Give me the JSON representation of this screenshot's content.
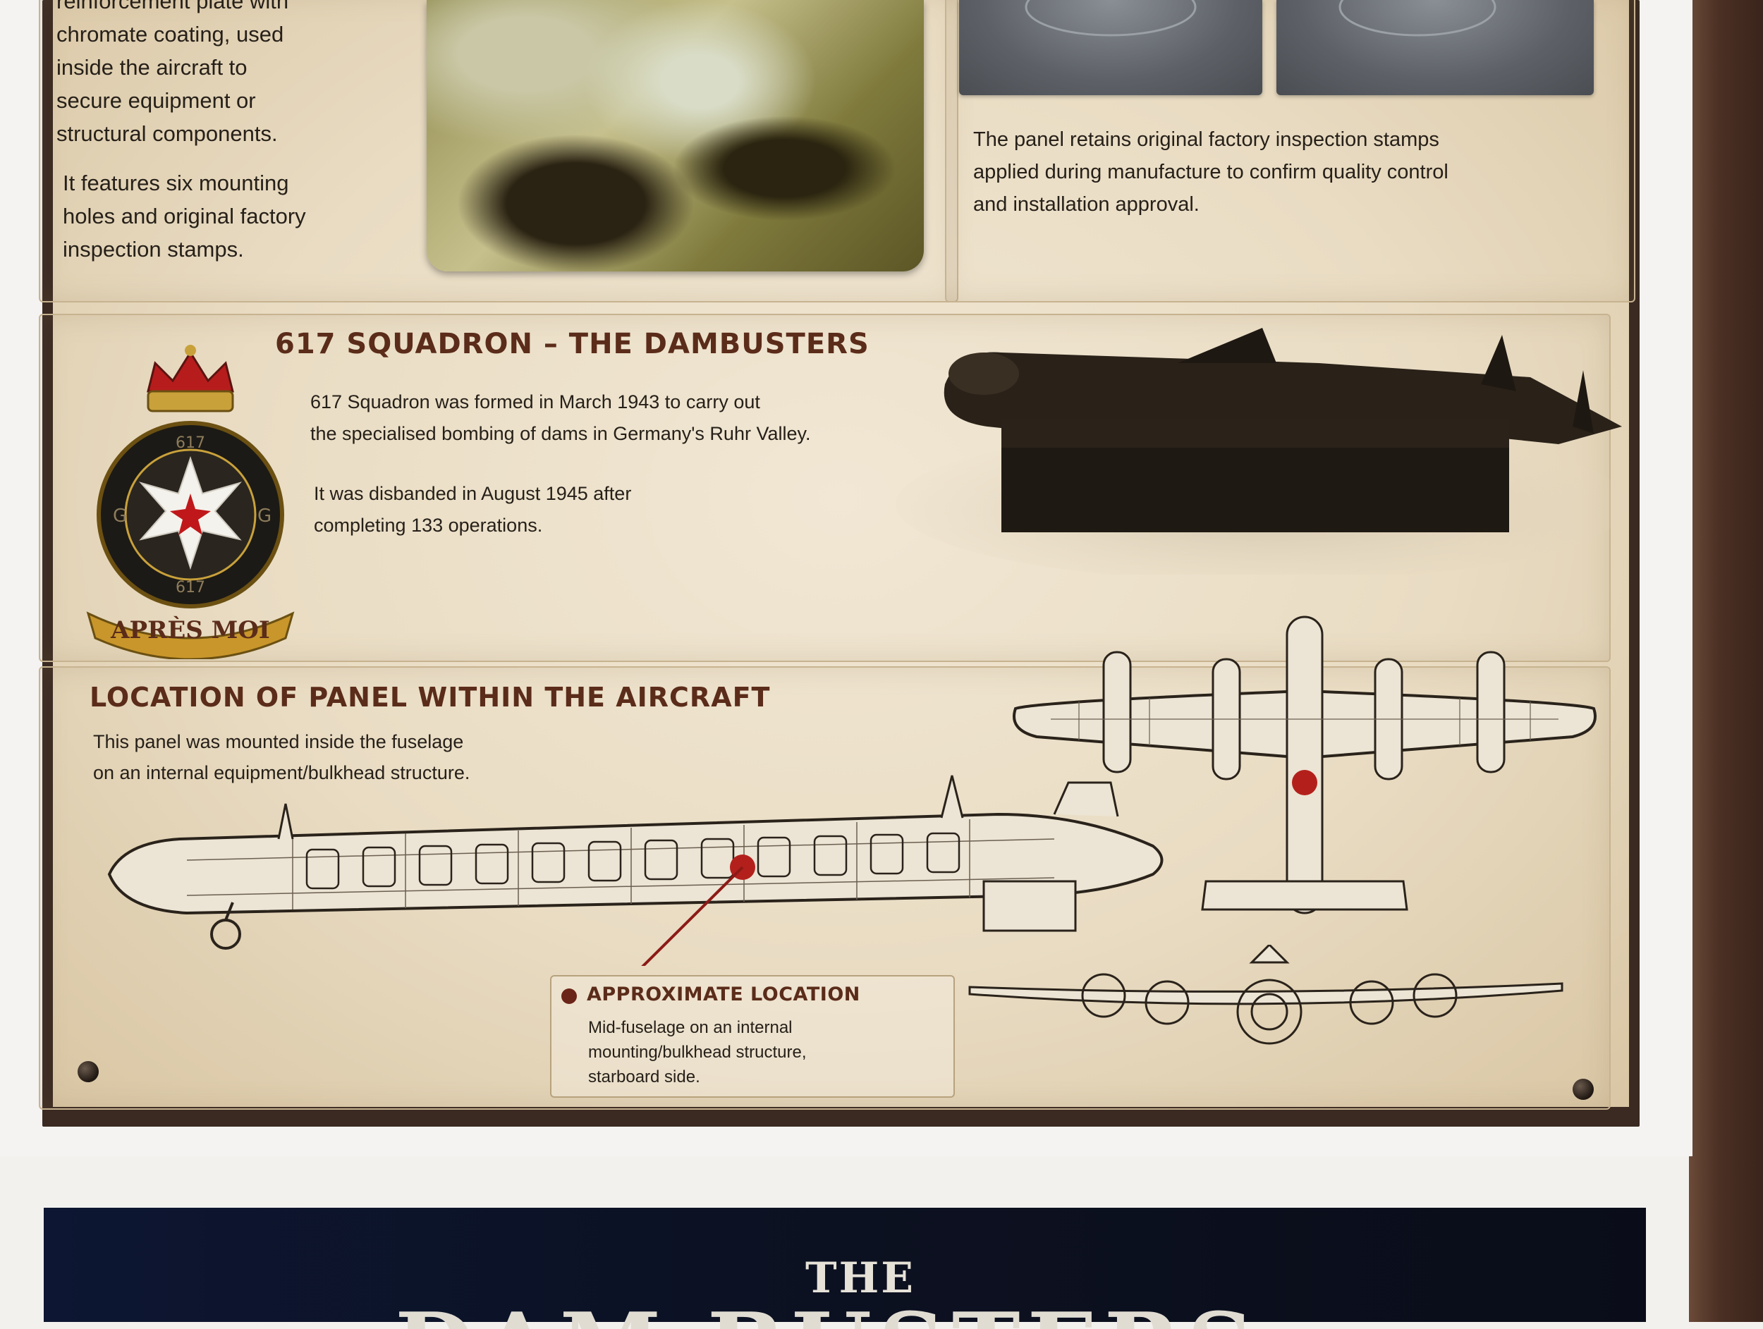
{
  "top_section": {
    "intro_lines": [
      "reinforcement plate with",
      "chromate coating, used",
      "inside the aircraft to",
      "secure equipment or",
      "structural components."
    ],
    "features_lines": [
      "It features six mounting",
      "holes and original factory",
      "inspection stamps."
    ],
    "stamps_caption_lines": [
      "The panel retains original factory inspection stamps",
      "applied during manufacture to confirm quality control",
      "and installation approval."
    ]
  },
  "squadron_section": {
    "title": "617 SQUADRON – THE DAMBUSTERS",
    "para1_lines": [
      "617 Squadron was formed in March 1943 to carry out",
      "the specialised bombing of dams in Germany's Ruhr Valley."
    ],
    "para2_lines": [
      "It was disbanded in August 1945 after",
      "completing 133 operations."
    ],
    "badge": {
      "number_top": "617",
      "number_bottom": "617",
      "motto": "APRÈS MOI",
      "side_letters": [
        "G",
        "G"
      ]
    }
  },
  "location_section": {
    "title": "LOCATION OF PANEL WITHIN THE AIRCRAFT",
    "desc_lines": [
      "This panel was mounted inside the fuselage",
      "on an internal equipment/bulkhead structure."
    ],
    "callout": {
      "title": "APPROXIMATE LOCATION",
      "lines": [
        "Mid-fuselage on an internal",
        "mounting/bulkhead structure,",
        "starboard side."
      ]
    }
  },
  "banner": {
    "small_title": "THE",
    "big_title": "DAM BUSTERS"
  },
  "colors": {
    "heading": "#5b2c1a",
    "location_marker": "#b3201c",
    "parchment": "#ece1cb"
  }
}
